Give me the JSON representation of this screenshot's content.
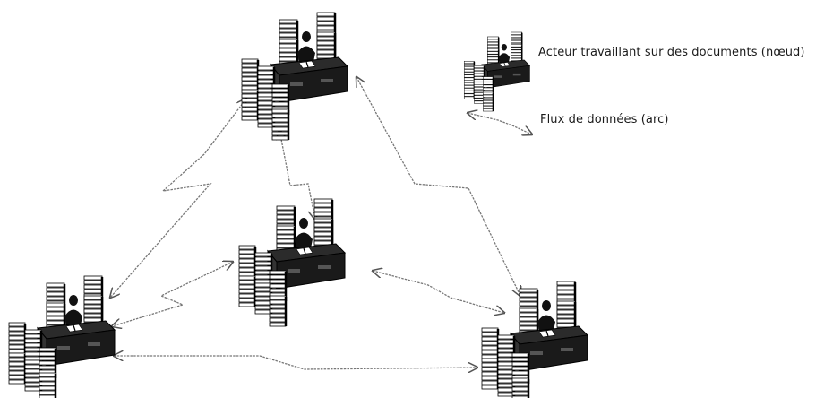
{
  "legend": {
    "node_label": "Acteur travaillant sur des documents (nœud)",
    "arc_label": "Flux de données (arc)",
    "node_icon": "actor-at-desk-with-documents-icon",
    "arc_icon": "double-headed-zigzag-arrow-icon"
  },
  "diagram": {
    "nodes": [
      "top",
      "center",
      "bottom-left",
      "bottom-right"
    ],
    "arcs": [
      {
        "from": "top",
        "to": "bottom-left"
      },
      {
        "from": "top",
        "to": "center"
      },
      {
        "from": "top",
        "to": "bottom-right"
      },
      {
        "from": "center",
        "to": "bottom-left"
      },
      {
        "from": "center",
        "to": "bottom-right"
      },
      {
        "from": "bottom-left",
        "to": "bottom-right"
      }
    ]
  },
  "colors": {
    "stroke": "#000000",
    "arrow": "#555555",
    "background": "#ffffff"
  }
}
